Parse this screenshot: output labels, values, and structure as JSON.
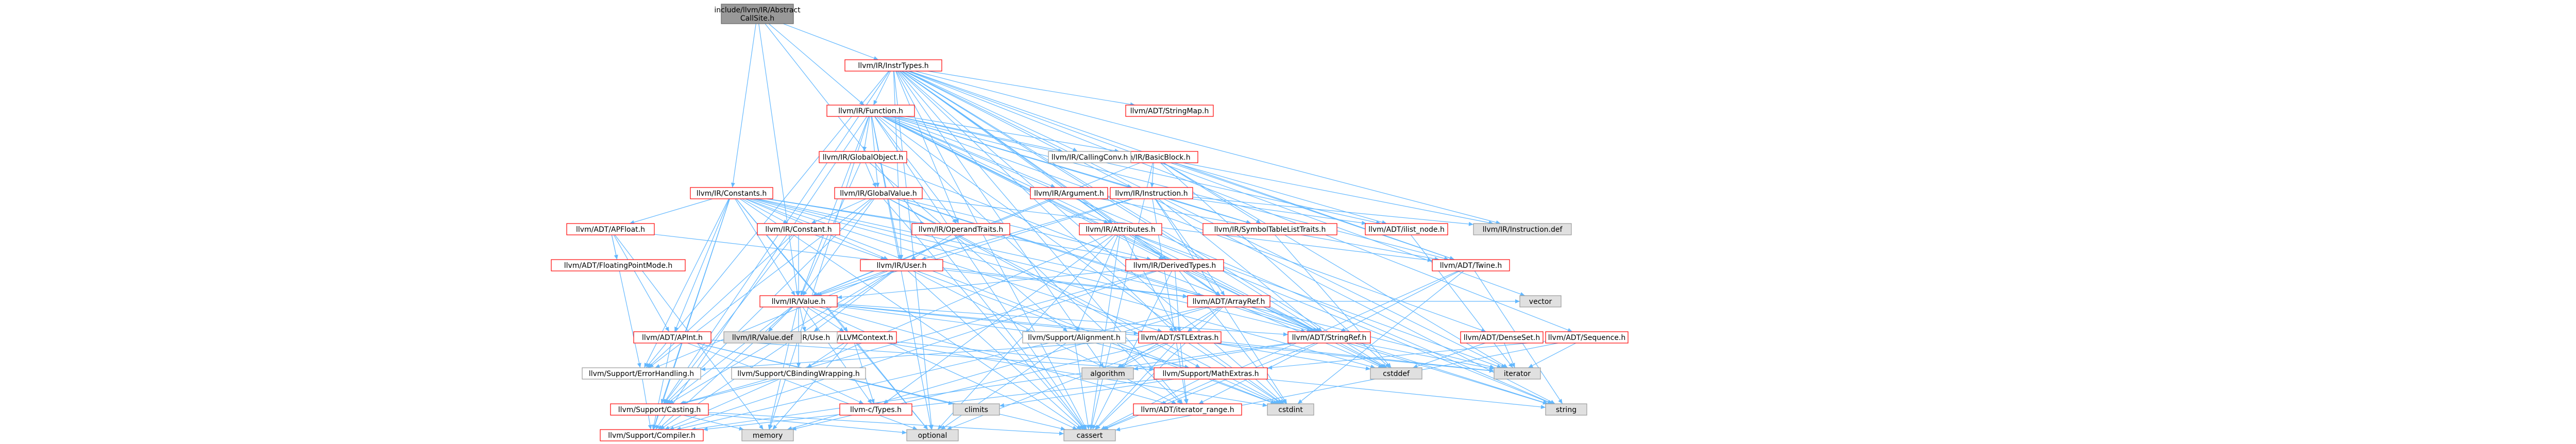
{
  "colors": {
    "edge": "#63b8ff",
    "root_fill": "#999999",
    "root_border": "#666666",
    "internal_border": "#ff0000",
    "leaf_border": "#999999",
    "system_fill": "#e0e0e0",
    "system_border": "#999999",
    "text": "#000000"
  },
  "nodes": [
    {
      "id": "root",
      "label": "include/llvm/IR/Abstract\nCallSite.h",
      "kind": "root"
    },
    {
      "id": "insttypes",
      "label": "llvm/IR/InstrTypes.h",
      "kind": "internal"
    },
    {
      "id": "function",
      "label": "llvm/IR/Function.h",
      "kind": "internal"
    },
    {
      "id": "stringmap",
      "label": "llvm/ADT/StringMap.h",
      "kind": "internal"
    },
    {
      "id": "globalobject",
      "label": "llvm/IR/GlobalObject.h",
      "kind": "internal"
    },
    {
      "id": "basicblock",
      "label": "llvm/IR/BasicBlock.h",
      "kind": "internal"
    },
    {
      "id": "constants",
      "label": "llvm/IR/Constants.h",
      "kind": "internal"
    },
    {
      "id": "globalvalue",
      "label": "llvm/IR/GlobalValue.h",
      "kind": "internal"
    },
    {
      "id": "argument",
      "label": "llvm/IR/Argument.h",
      "kind": "internal"
    },
    {
      "id": "instruction",
      "label": "llvm/IR/Instruction.h",
      "kind": "internal"
    },
    {
      "id": "callingconv",
      "label": "llvm/IR/CallingConv.h",
      "kind": "leaf"
    },
    {
      "id": "constant",
      "label": "llvm/IR/Constant.h",
      "kind": "internal"
    },
    {
      "id": "operandtraits",
      "label": "llvm/IR/OperandTraits.h",
      "kind": "internal"
    },
    {
      "id": "apfloat",
      "label": "llvm/ADT/APFloat.h",
      "kind": "internal"
    },
    {
      "id": "attributes",
      "label": "llvm/IR/Attributes.h",
      "kind": "internal"
    },
    {
      "id": "symtablelisttraits",
      "label": "llvm/IR/SymbolTableListTraits.h",
      "kind": "internal"
    },
    {
      "id": "ilistnode",
      "label": "llvm/ADT/ilist_node.h",
      "kind": "internal"
    },
    {
      "id": "instructiondef",
      "label": "llvm/IR/Instruction.def",
      "kind": "system"
    },
    {
      "id": "user",
      "label": "llvm/IR/User.h",
      "kind": "internal"
    },
    {
      "id": "derivedtypes",
      "label": "llvm/IR/DerivedTypes.h",
      "kind": "internal"
    },
    {
      "id": "twine",
      "label": "llvm/ADT/Twine.h",
      "kind": "internal"
    },
    {
      "id": "floatingpointmode",
      "label": "llvm/ADT/FloatingPointMode.h",
      "kind": "internal"
    },
    {
      "id": "value",
      "label": "llvm/IR/Value.h",
      "kind": "internal"
    },
    {
      "id": "arrayref",
      "label": "llvm/ADT/ArrayRef.h",
      "kind": "internal"
    },
    {
      "id": "apint",
      "label": "llvm/ADT/APInt.h",
      "kind": "internal"
    },
    {
      "id": "llvmcontext",
      "label": "llvm/IR/LLVMContext.h",
      "kind": "internal"
    },
    {
      "id": "stlextras",
      "label": "llvm/ADT/STLExtras.h",
      "kind": "internal"
    },
    {
      "id": "alignment",
      "label": "llvm/Support/Alignment.h",
      "kind": "leaf"
    },
    {
      "id": "stringref",
      "label": "llvm/ADT/StringRef.h",
      "kind": "internal"
    },
    {
      "id": "densemap",
      "label": "llvm/ADT/DenseSet.h",
      "kind": "internal"
    },
    {
      "id": "sequence",
      "label": "llvm/ADT/Sequence.h",
      "kind": "internal"
    },
    {
      "id": "use",
      "label": "llvm/IR/Use.h",
      "kind": "leaf"
    },
    {
      "id": "valuedef",
      "label": "llvm/IR/Value.def",
      "kind": "system"
    },
    {
      "id": "errorhandling",
      "label": "llvm/Support/ErrorHandling.h",
      "kind": "leaf"
    },
    {
      "id": "cbindingwrapping",
      "label": "llvm/Support/CBindingWrapping.h",
      "kind": "leaf"
    },
    {
      "id": "casting",
      "label": "llvm/Support/Casting.h",
      "kind": "internal"
    },
    {
      "id": "compiler",
      "label": "llvm/Support/Compiler.h",
      "kind": "internal"
    },
    {
      "id": "ctypes",
      "label": "llvm-c/Types.h",
      "kind": "internal"
    },
    {
      "id": "mathextras",
      "label": "llvm/Support/MathExtras.h",
      "kind": "internal"
    },
    {
      "id": "iteratorrange",
      "label": "llvm/ADT/iterator_range.h",
      "kind": "internal"
    },
    {
      "id": "algorithm",
      "label": "algorithm",
      "kind": "system"
    },
    {
      "id": "climits",
      "label": "climits",
      "kind": "system"
    },
    {
      "id": "memory",
      "label": "memory",
      "kind": "system"
    },
    {
      "id": "optional",
      "label": "optional",
      "kind": "system"
    },
    {
      "id": "cassert",
      "label": "cassert",
      "kind": "system"
    },
    {
      "id": "cstddef",
      "label": "cstddef",
      "kind": "system"
    },
    {
      "id": "cstdint",
      "label": "cstdint",
      "kind": "system"
    },
    {
      "id": "iterator",
      "label": "iterator",
      "kind": "system"
    },
    {
      "id": "string",
      "label": "string",
      "kind": "system"
    },
    {
      "id": "vector",
      "label": "vector",
      "kind": "system"
    }
  ],
  "edges": [
    [
      "root",
      "insttypes"
    ],
    [
      "root",
      "function"
    ],
    [
      "root",
      "constants"
    ],
    [
      "root",
      "value"
    ],
    [
      "root",
      "cassert"
    ],
    [
      "insttypes",
      "function"
    ],
    [
      "insttypes",
      "stringmap"
    ],
    [
      "insttypes",
      "callingconv"
    ],
    [
      "insttypes",
      "instructiondef"
    ],
    [
      "insttypes",
      "attributes"
    ],
    [
      "insttypes",
      "derivedtypes"
    ],
    [
      "insttypes",
      "operandtraits"
    ],
    [
      "insttypes",
      "user"
    ],
    [
      "insttypes",
      "twine"
    ],
    [
      "insttypes",
      "arrayref"
    ],
    [
      "insttypes",
      "stlextras"
    ],
    [
      "insttypes",
      "sequence"
    ],
    [
      "insttypes",
      "stringref"
    ],
    [
      "insttypes",
      "iteratorrange"
    ],
    [
      "insttypes",
      "errorhandling"
    ],
    [
      "insttypes",
      "casting"
    ],
    [
      "insttypes",
      "algorithm"
    ],
    [
      "insttypes",
      "cassert"
    ],
    [
      "insttypes",
      "cstddef"
    ],
    [
      "insttypes",
      "cstdint"
    ],
    [
      "insttypes",
      "iterator"
    ],
    [
      "insttypes",
      "string"
    ],
    [
      "insttypes",
      "vector"
    ],
    [
      "insttypes",
      "optional"
    ],
    [
      "function",
      "globalobject"
    ],
    [
      "function",
      "basicblock"
    ],
    [
      "function",
      "globalvalue"
    ],
    [
      "function",
      "argument"
    ],
    [
      "function",
      "callingconv"
    ],
    [
      "function",
      "attributes"
    ],
    [
      "function",
      "symtablelisttraits"
    ],
    [
      "function",
      "ilistnode"
    ],
    [
      "function",
      "instruction"
    ],
    [
      "function",
      "derivedtypes"
    ],
    [
      "function",
      "operandtraits"
    ],
    [
      "function",
      "user"
    ],
    [
      "function",
      "value"
    ],
    [
      "function",
      "twine"
    ],
    [
      "function",
      "densemap"
    ],
    [
      "function",
      "stringref"
    ],
    [
      "function",
      "iteratorrange"
    ],
    [
      "function",
      "compiler"
    ],
    [
      "function",
      "cassert"
    ],
    [
      "function",
      "cstddef"
    ],
    [
      "function",
      "cstdint"
    ],
    [
      "function",
      "memory"
    ],
    [
      "function",
      "string"
    ],
    [
      "function",
      "optional"
    ],
    [
      "globalobject",
      "globalvalue"
    ],
    [
      "globalobject",
      "value"
    ],
    [
      "globalobject",
      "alignment"
    ],
    [
      "globalobject",
      "stringref"
    ],
    [
      "basicblock",
      "instruction"
    ],
    [
      "basicblock",
      "symtablelisttraits"
    ],
    [
      "basicblock",
      "ilistnode"
    ],
    [
      "basicblock",
      "value"
    ],
    [
      "basicblock",
      "twine"
    ],
    [
      "basicblock",
      "iterator"
    ],
    [
      "basicblock",
      "cassert"
    ],
    [
      "basicblock",
      "cstddef"
    ],
    [
      "basicblock",
      "instructiondef"
    ],
    [
      "constants",
      "constant"
    ],
    [
      "constants",
      "apfloat"
    ],
    [
      "constants",
      "apint"
    ],
    [
      "constants",
      "arrayref"
    ],
    [
      "constants",
      "stlextras"
    ],
    [
      "constants",
      "stringref"
    ],
    [
      "constants",
      "derivedtypes"
    ],
    [
      "constants",
      "operandtraits"
    ],
    [
      "constants",
      "user"
    ],
    [
      "constants",
      "value"
    ],
    [
      "constants",
      "casting"
    ],
    [
      "constants",
      "compiler"
    ],
    [
      "constants",
      "errorhandling"
    ],
    [
      "constants",
      "cassert"
    ],
    [
      "constants",
      "cstddef"
    ],
    [
      "constants",
      "cstdint"
    ],
    [
      "constants",
      "optional"
    ],
    [
      "globalvalue",
      "constant"
    ],
    [
      "globalvalue",
      "derivedtypes"
    ],
    [
      "globalvalue",
      "value"
    ],
    [
      "globalvalue",
      "stringref"
    ],
    [
      "globalvalue",
      "twine"
    ],
    [
      "globalvalue",
      "errorhandling"
    ],
    [
      "globalvalue",
      "mathextras"
    ],
    [
      "globalvalue",
      "cassert"
    ],
    [
      "globalvalue",
      "cstdint"
    ],
    [
      "globalvalue",
      "string"
    ],
    [
      "globalvalue",
      "casting"
    ],
    [
      "argument",
      "attributes"
    ],
    [
      "argument",
      "value"
    ],
    [
      "argument",
      "twine"
    ],
    [
      "instruction",
      "user"
    ],
    [
      "instruction",
      "ilistnode"
    ],
    [
      "instruction",
      "symtablelisttraits"
    ],
    [
      "instruction",
      "value"
    ],
    [
      "instruction",
      "arrayref"
    ],
    [
      "instruction",
      "iteratorrange"
    ],
    [
      "instruction",
      "stringref"
    ],
    [
      "instruction",
      "cstdint"
    ],
    [
      "instruction",
      "instructiondef"
    ],
    [
      "constant",
      "user"
    ],
    [
      "constant",
      "value"
    ],
    [
      "constant",
      "casting"
    ],
    [
      "constant",
      "errorhandling"
    ],
    [
      "operandtraits",
      "user"
    ],
    [
      "apfloat",
      "apint"
    ],
    [
      "apfloat",
      "arrayref"
    ],
    [
      "apfloat",
      "floatingpointmode"
    ],
    [
      "apfloat",
      "errorhandling"
    ],
    [
      "apfloat",
      "memory"
    ],
    [
      "attributes",
      "arrayref"
    ],
    [
      "attributes",
      "stlextras"
    ],
    [
      "attributes",
      "stringref"
    ],
    [
      "attributes",
      "alignment"
    ],
    [
      "attributes",
      "compiler"
    ],
    [
      "attributes",
      "ctypes"
    ],
    [
      "attributes",
      "bitset"
    ],
    [
      "attributes",
      "cassert"
    ],
    [
      "attributes",
      "iterator"
    ],
    [
      "attributes",
      "optional"
    ],
    [
      "attributes",
      "string"
    ],
    [
      "symtablelisttraits",
      "cstddef"
    ],
    [
      "ilistnode",
      "iterator"
    ],
    [
      "user",
      "use"
    ],
    [
      "user",
      "value"
    ],
    [
      "user",
      "arrayref"
    ],
    [
      "user",
      "iteratorrange"
    ],
    [
      "user",
      "casting"
    ],
    [
      "user",
      "compiler"
    ],
    [
      "user",
      "errorhandling"
    ],
    [
      "user",
      "cassert"
    ],
    [
      "user",
      "cstdint"
    ],
    [
      "derivedtypes",
      "arrayref"
    ],
    [
      "derivedtypes",
      "stlextras"
    ],
    [
      "derivedtypes",
      "stringref"
    ],
    [
      "derivedtypes",
      "value"
    ],
    [
      "derivedtypes",
      "casting"
    ],
    [
      "derivedtypes",
      "compiler"
    ],
    [
      "derivedtypes",
      "cassert"
    ],
    [
      "derivedtypes",
      "cstdint"
    ],
    [
      "twine",
      "stringref"
    ],
    [
      "twine",
      "cassert"
    ],
    [
      "twine",
      "cstdint"
    ],
    [
      "twine",
      "string"
    ],
    [
      "value",
      "use"
    ],
    [
      "value",
      "valuedef"
    ],
    [
      "value",
      "stlextras"
    ],
    [
      "value",
      "iteratorrange"
    ],
    [
      "value",
      "cbindingwrapping"
    ],
    [
      "value",
      "casting"
    ],
    [
      "value",
      "ctypes"
    ],
    [
      "value",
      "cassert"
    ],
    [
      "value",
      "iterator"
    ],
    [
      "value",
      "memory"
    ],
    [
      "value",
      "stringref"
    ],
    [
      "value",
      "alignment"
    ],
    [
      "value",
      "compiler"
    ],
    [
      "arrayref",
      "stlextras"
    ],
    [
      "arrayref",
      "compiler"
    ],
    [
      "arrayref",
      "algorithm"
    ],
    [
      "arrayref",
      "cassert"
    ],
    [
      "arrayref",
      "cstddef"
    ],
    [
      "arrayref",
      "iterator"
    ],
    [
      "arrayref",
      "memory"
    ],
    [
      "arrayref",
      "vector"
    ],
    [
      "apint",
      "mathextras"
    ],
    [
      "apint",
      "compiler"
    ],
    [
      "apint",
      "cassert"
    ],
    [
      "apint",
      "climits"
    ],
    [
      "apint",
      "cstring"
    ],
    [
      "apint",
      "optional"
    ],
    [
      "apint",
      "utility"
    ],
    [
      "llvmcontext",
      "cbindingwrapping"
    ],
    [
      "llvmcontext",
      "ctypes"
    ],
    [
      "llvmcontext",
      "cstdint"
    ],
    [
      "llvmcontext",
      "memory"
    ],
    [
      "llvmcontext",
      "optional"
    ],
    [
      "llvmcontext",
      "string"
    ],
    [
      "stlextras",
      "iteratorrange"
    ],
    [
      "stlextras",
      "algorithm"
    ],
    [
      "stlextras",
      "cassert"
    ],
    [
      "stlextras",
      "cstddef"
    ],
    [
      "stlextras",
      "cstdint"
    ],
    [
      "stlextras",
      "iterator"
    ],
    [
      "stlextras",
      "memory"
    ],
    [
      "stlextras",
      "optional"
    ],
    [
      "stlextras",
      "errorhandling"
    ],
    [
      "alignment",
      "mathextras"
    ],
    [
      "alignment",
      "cassert"
    ],
    [
      "alignment",
      "optional"
    ],
    [
      "stringref",
      "iteratorrange"
    ],
    [
      "stringref",
      "compiler"
    ],
    [
      "stringref",
      "algorithm"
    ],
    [
      "stringref",
      "cassert"
    ],
    [
      "stringref",
      "cstddef"
    ],
    [
      "stringref",
      "cstring"
    ],
    [
      "stringref",
      "iterator"
    ],
    [
      "stringref",
      "string"
    ],
    [
      "densemap",
      "cstddef"
    ],
    [
      "densemap",
      "iterator"
    ],
    [
      "sequence",
      "cassert"
    ],
    [
      "sequence",
      "iterator"
    ],
    [
      "sequence",
      "mathextras"
    ],
    [
      "cbindingwrapping",
      "casting"
    ],
    [
      "cbindingwrapping",
      "ctypes"
    ],
    [
      "casting",
      "compiler"
    ],
    [
      "casting",
      "cassert"
    ],
    [
      "casting",
      "memory"
    ],
    [
      "casting",
      "optional"
    ],
    [
      "errorhandling",
      "compiler"
    ],
    [
      "mathextras",
      "compiler"
    ],
    [
      "mathextras",
      "cassert"
    ],
    [
      "mathextras",
      "climits"
    ],
    [
      "mathextras",
      "cstdint"
    ],
    [
      "value",
      "llvmcontext"
    ],
    [
      "constants",
      "llvmcontext"
    ]
  ]
}
